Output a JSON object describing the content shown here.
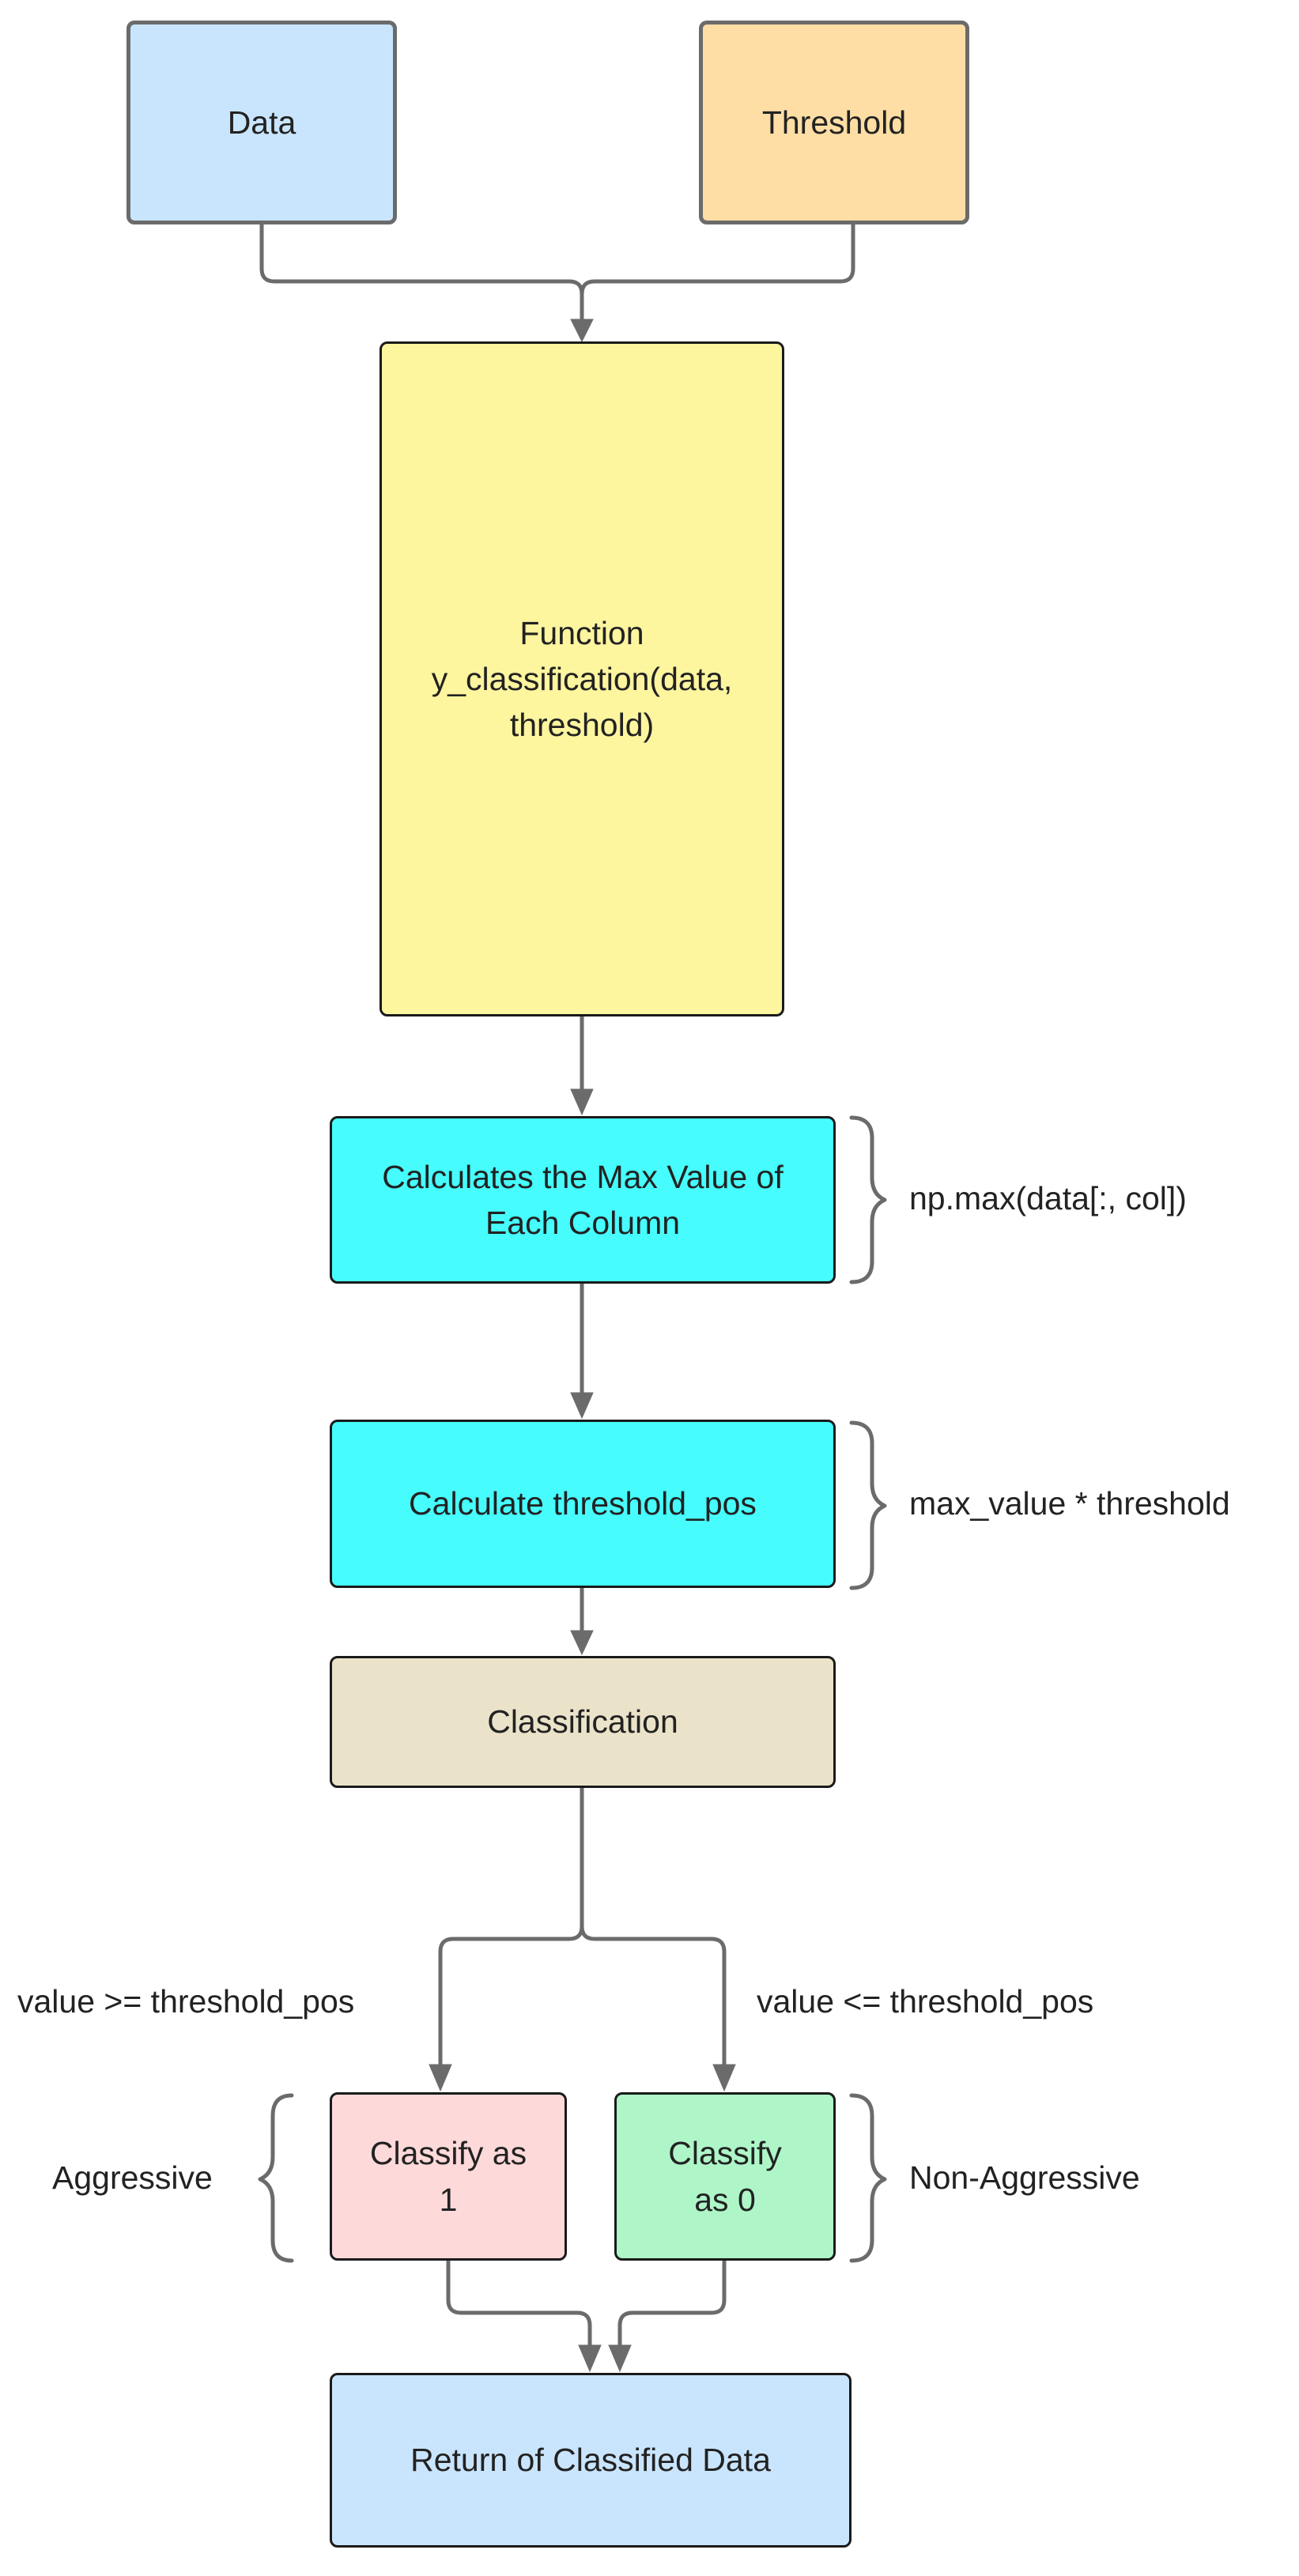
{
  "nodes": {
    "data": {
      "text": "Data",
      "color": "#c9e5fd"
    },
    "threshold": {
      "text": "Threshold",
      "color": "#fedea5"
    },
    "function": {
      "lines": [
        "Function",
        "y_classification(data,",
        "threshold)"
      ],
      "color": "#fef59f"
    },
    "calc_max": {
      "lines": [
        "Calculates the Max Value of",
        "Each Column"
      ],
      "color": "#46fcfd"
    },
    "calc_threshold_pos": {
      "text": "Calculate threshold_pos",
      "color": "#46fcfd"
    },
    "classification": {
      "text": "Classification",
      "color": "#ebe3c9"
    },
    "classify_1": {
      "lines": [
        "Classify as",
        "1"
      ],
      "color": "#fed9da"
    },
    "classify_0": {
      "lines": [
        "Classify",
        "as 0"
      ],
      "color": "#aef6c8"
    },
    "return": {
      "text": "Return of Classified Data",
      "color": "#c9e5fd"
    }
  },
  "annotations": {
    "calc_max_note": "np.max(data[:, col])",
    "threshold_pos_note": "max_value * threshold",
    "left_condition": "value >= threshold_pos",
    "right_condition": "value <= threshold_pos",
    "aggressive_label": "Aggressive",
    "non_aggressive_label": "Non-Aggressive"
  },
  "colors": {
    "connector": "#6b6b6b"
  }
}
